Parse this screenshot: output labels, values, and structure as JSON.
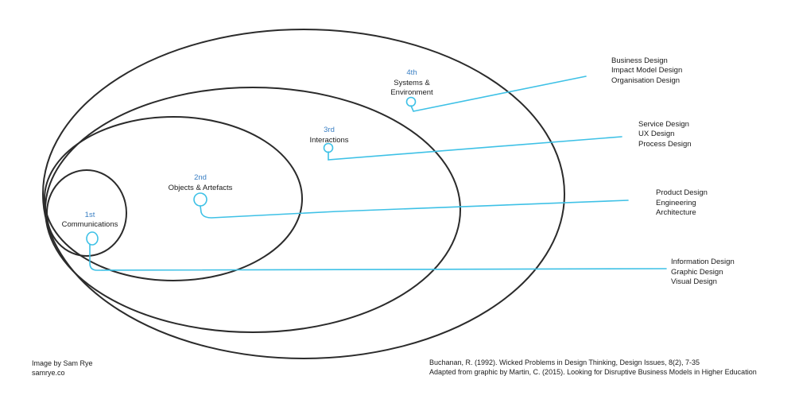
{
  "colors": {
    "line": "#2b2b2b",
    "connector": "#3ec1e6",
    "ordinal": "#3a7fc4",
    "text": "#1a1a1a"
  },
  "orders": [
    {
      "ordinal": "1st",
      "label": [
        "Communications"
      ],
      "items": [
        "Information Design",
        "Graphic Design",
        "Visual Design"
      ]
    },
    {
      "ordinal": "2nd",
      "label": [
        "Objects & Artefacts"
      ],
      "items": [
        "Product Design",
        "Engineering",
        "Architecture"
      ]
    },
    {
      "ordinal": "3rd",
      "label": [
        "Interactions"
      ],
      "items": [
        "Service Design",
        "UX Design",
        "Process Design"
      ]
    },
    {
      "ordinal": "4th",
      "label": [
        "Systems &",
        "Environment"
      ],
      "items": [
        "Business Design",
        "Impact Model Design",
        "Organisation Design"
      ]
    }
  ],
  "footer": {
    "credit_line1": "Image by Sam Rye",
    "credit_line2": "samrye.co",
    "citation_line1": "Buchanan, R. (1992). Wicked Problems in Design Thinking, Design Issues, 8(2), 7-35",
    "citation_line2": "Adapted from graphic by Martin, C. (2015). Looking for Disruptive Business Models in Higher Education"
  }
}
